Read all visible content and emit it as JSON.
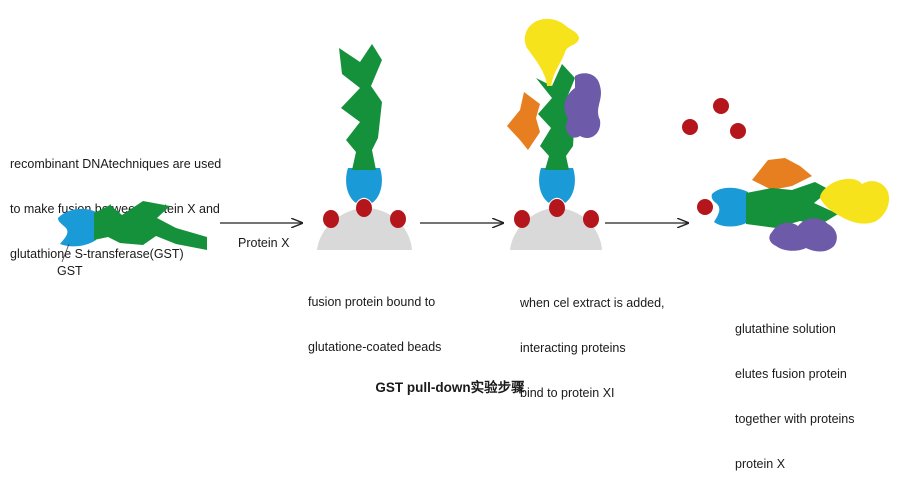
{
  "intro_lines": [
    "recombinant DNAtechniques are used",
    "to make fusion between protein X and",
    "glutathione S-transferase(GST)"
  ],
  "gst_label": "GST",
  "arrow1_label": "Protein X",
  "step2_lines": [
    "fusion protein bound to",
    "glutatione-coated beads"
  ],
  "step3_lines": [
    "when cel extract  is added,",
    "interacting proteins",
    "bind to protein XI"
  ],
  "step4_lines": [
    "glutathine  solution",
    "elutes  fusion  protein",
    "together with proteins",
    "protein X"
  ],
  "caption": "GST pull-down实验步骤",
  "colors": {
    "gst": "#1a9ad6",
    "protein_x": "#15913b",
    "bead": "#b4161b",
    "bead_base": "#d9d9d9",
    "yellow": "#f7e31b",
    "orange": "#e77e1f",
    "purple": "#6d5aa8"
  }
}
